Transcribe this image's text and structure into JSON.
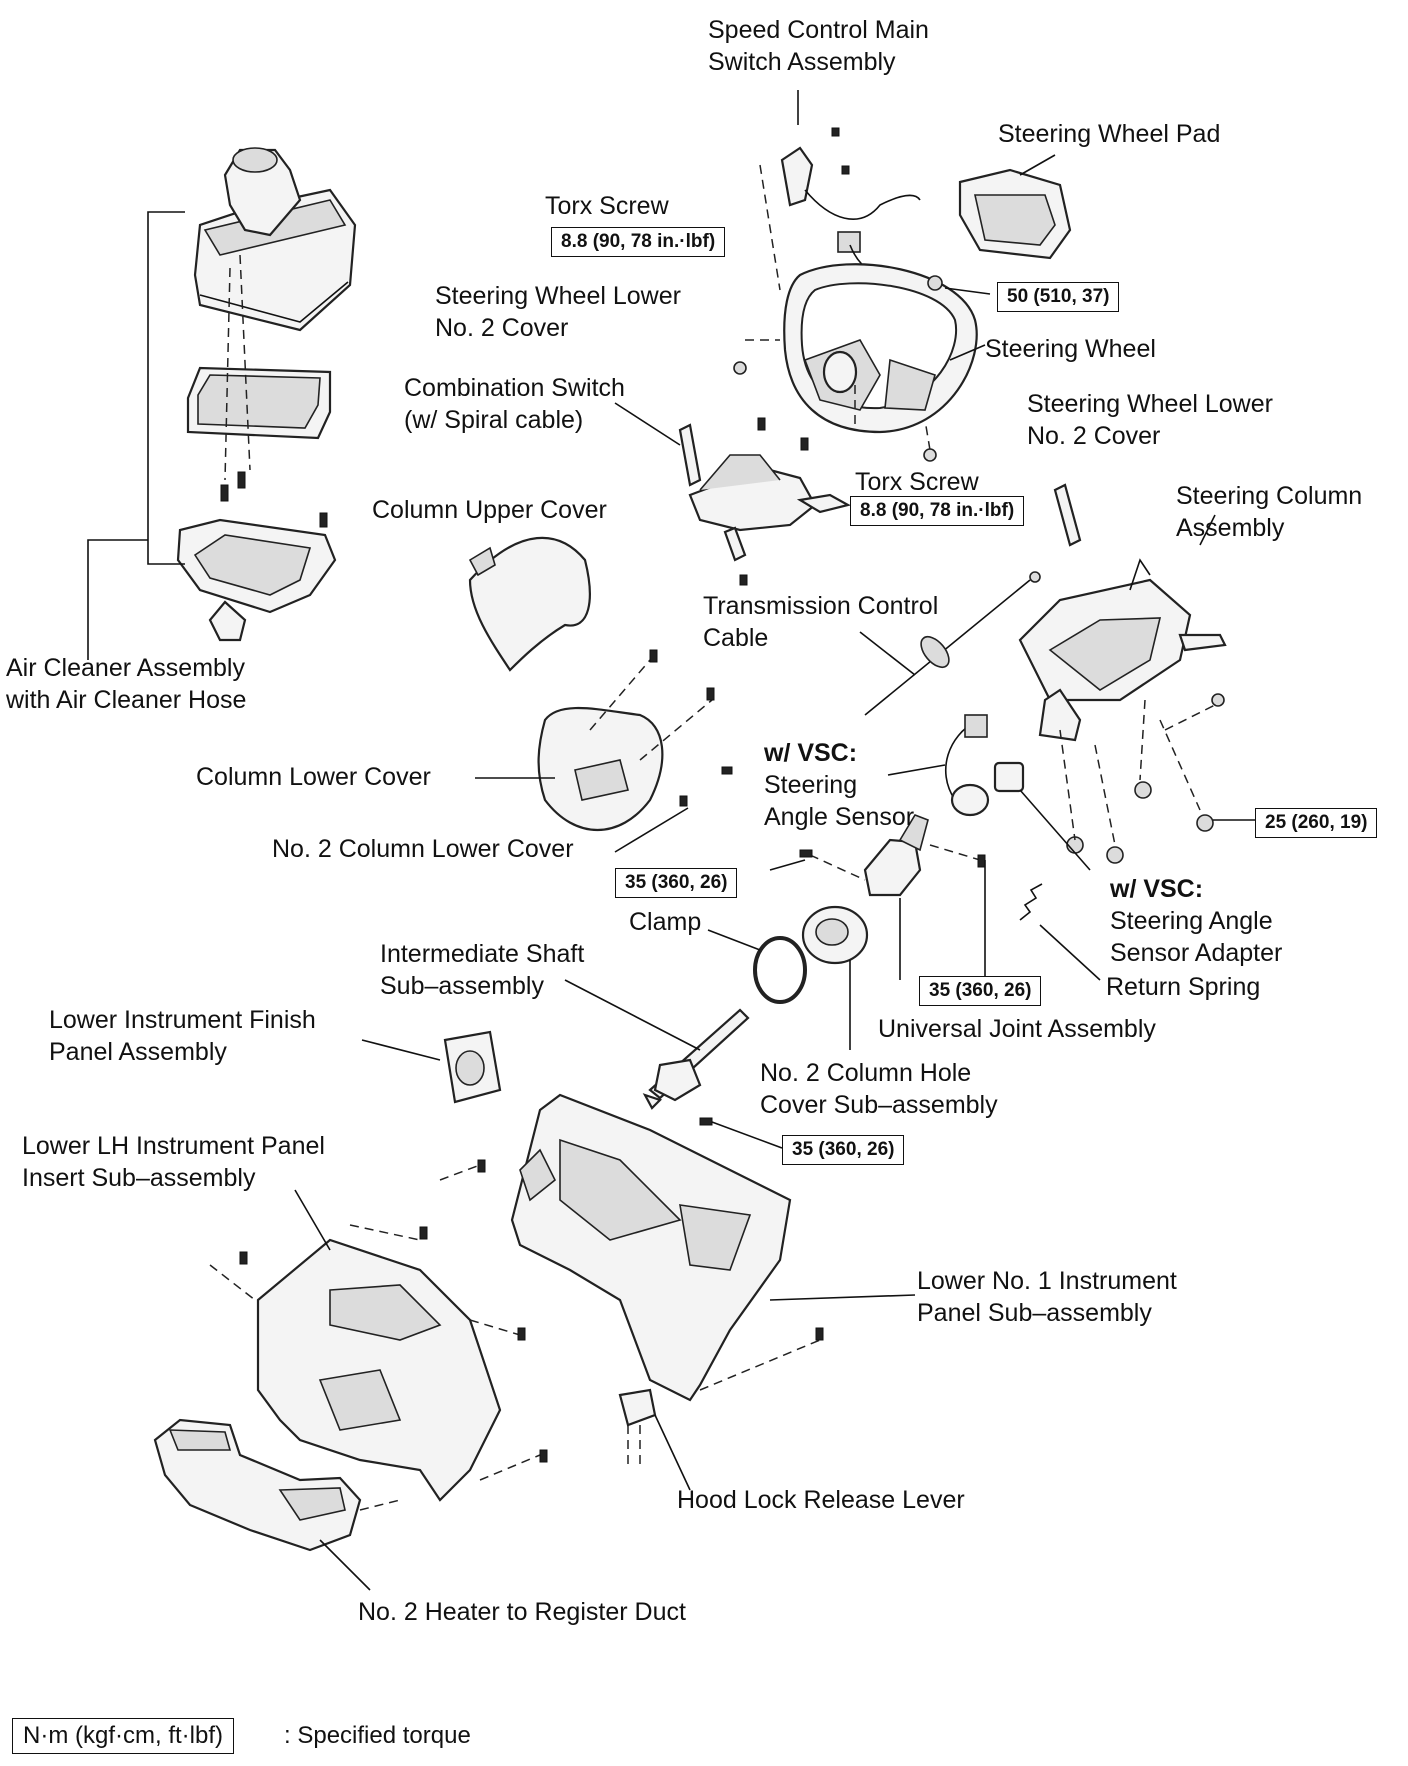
{
  "labels": {
    "speed_control_main_switch": [
      "Speed  Control  Main",
      "Switch Assembly"
    ],
    "steering_wheel_pad": "Steering Wheel Pad",
    "torx_screw_upper": "Torx Screw",
    "torx_screw_lower": "Torx Screw",
    "steering_wheel_lower_no2_cover_left": [
      "Steering Wheel Lower",
      "No. 2 Cover"
    ],
    "steering_wheel_lower_no2_cover_right": [
      "Steering Wheel Lower",
      "No. 2 Cover"
    ],
    "steering_wheel": "Steering Wheel",
    "combination_switch": [
      "Combination Switch",
      "(w/ Spiral cable)"
    ],
    "column_upper_cover": "Column Upper Cover",
    "steering_column_assembly": [
      "Steering Column",
      "Assembly"
    ],
    "transmission_control_cable": [
      "Transmission  Control",
      "Cable"
    ],
    "air_cleaner_assembly": [
      "Air Cleaner Assembly",
      "with Air Cleaner Hose"
    ],
    "column_lower_cover": "Column Lower Cover",
    "vsc_prefix_sensor": "w/ VSC:",
    "steering_angle_sensor": [
      "Steering",
      "Angle Sensor"
    ],
    "no2_column_lower_cover": "No. 2 Column Lower Cover",
    "vsc_prefix_adapter": "w/ VSC:",
    "steering_angle_sensor_adapter": [
      "Steering Angle",
      "Sensor Adapter"
    ],
    "clamp": "Clamp",
    "intermediate_shaft": [
      "Intermediate  Shaft",
      "Sub–assembly"
    ],
    "return_spring": "Return Spring",
    "universal_joint_assembly": "Universal Joint Assembly",
    "lower_instrument_finish_panel": [
      "Lower Instrument Finish",
      "Panel Assembly"
    ],
    "no2_column_hole_cover": [
      "No. 2 Column Hole",
      "Cover Sub–assembly"
    ],
    "lower_lh_instrument_panel_insert": [
      "Lower LH Instrument Panel",
      "Insert Sub–assembly"
    ],
    "lower_no1_instrument_panel": [
      "Lower No. 1 Instrument",
      "Panel Sub–assembly"
    ],
    "hood_lock_release_lever": "Hood Lock Release Lever",
    "no2_heater_to_register_duct": "No. 2 Heater to Register Duct"
  },
  "torques": {
    "torx_upper": "8.8 (90, 78 in.·lbf)",
    "torx_lower": "8.8 (90, 78 in.·lbf)",
    "steering_wheel_nut": "50 (510, 37)",
    "steering_column": "25 (260, 19)",
    "ujoint_left": "35 (360, 26)",
    "ujoint_right": "35 (360, 26)",
    "intermediate_shaft": "35 (360, 26)"
  },
  "legend": {
    "unit": "N·m (kgf·cm, ft·lbf)",
    "meaning": ": Specified torque"
  }
}
